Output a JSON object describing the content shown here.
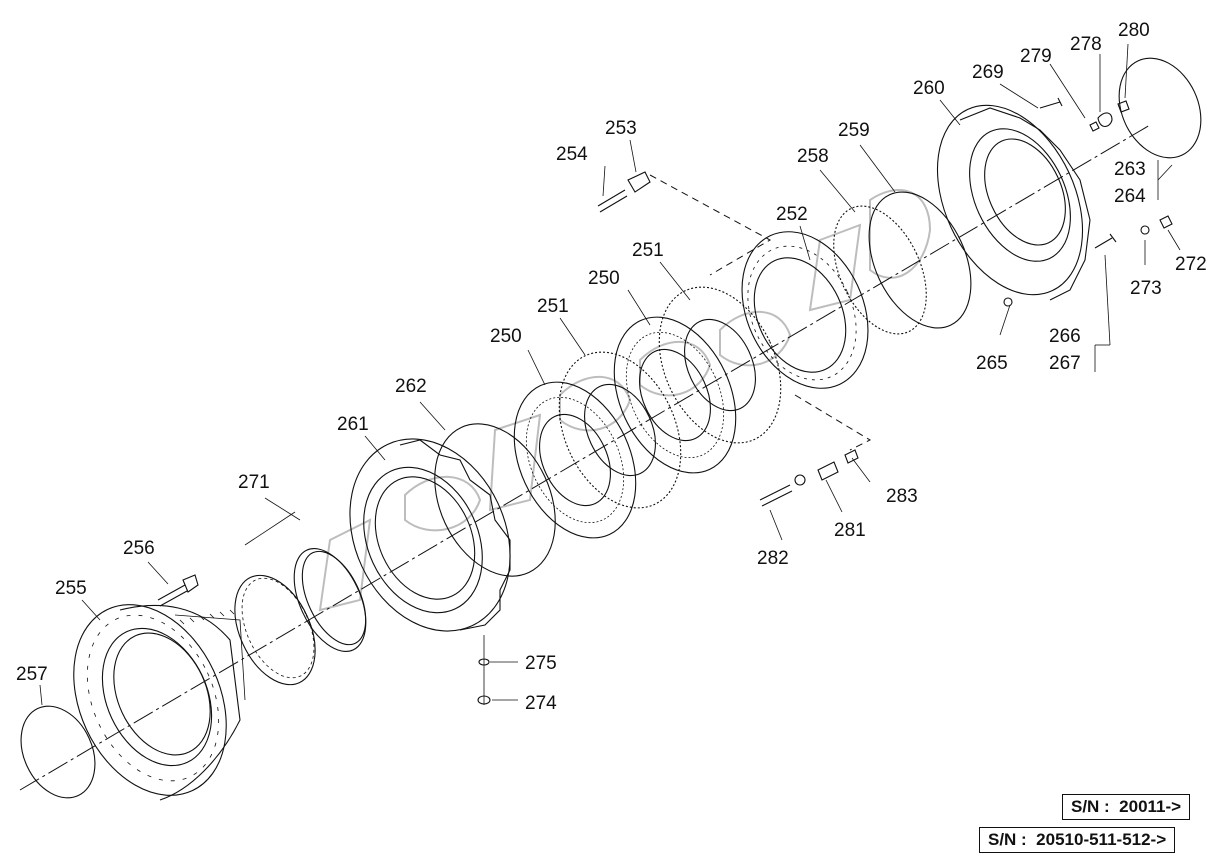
{
  "callouts": [
    {
      "id": "p250a",
      "text": "250"
    },
    {
      "id": "p250b",
      "text": "250"
    },
    {
      "id": "p251a",
      "text": "251"
    },
    {
      "id": "p251b",
      "text": "251"
    },
    {
      "id": "p252",
      "text": "252"
    },
    {
      "id": "p253",
      "text": "253"
    },
    {
      "id": "p254",
      "text": "254"
    },
    {
      "id": "p255",
      "text": "255"
    },
    {
      "id": "p256",
      "text": "256"
    },
    {
      "id": "p257",
      "text": "257"
    },
    {
      "id": "p258",
      "text": "258"
    },
    {
      "id": "p259",
      "text": "259"
    },
    {
      "id": "p260",
      "text": "260"
    },
    {
      "id": "p261",
      "text": "261"
    },
    {
      "id": "p262",
      "text": "262"
    },
    {
      "id": "p263",
      "text": "263"
    },
    {
      "id": "p264",
      "text": "264"
    },
    {
      "id": "p265",
      "text": "265"
    },
    {
      "id": "p266",
      "text": "266"
    },
    {
      "id": "p267",
      "text": "267"
    },
    {
      "id": "p269",
      "text": "269"
    },
    {
      "id": "p271",
      "text": "271"
    },
    {
      "id": "p272",
      "text": "272"
    },
    {
      "id": "p273",
      "text": "273"
    },
    {
      "id": "p274",
      "text": "274"
    },
    {
      "id": "p275",
      "text": "275"
    },
    {
      "id": "p278",
      "text": "278"
    },
    {
      "id": "p279",
      "text": "279"
    },
    {
      "id": "p280",
      "text": "280"
    },
    {
      "id": "p281",
      "text": "281"
    },
    {
      "id": "p282",
      "text": "282"
    },
    {
      "id": "p283",
      "text": "283"
    }
  ],
  "serial_numbers": {
    "sn1": "S/N :  20011->",
    "sn2": "S/N :  20510-511-512->"
  }
}
